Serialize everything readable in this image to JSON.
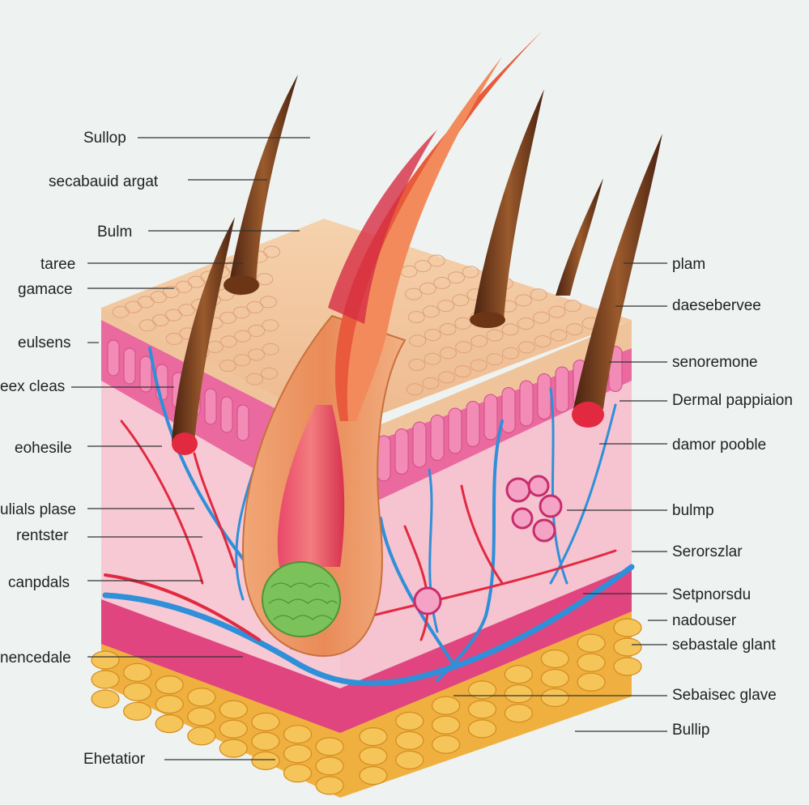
{
  "labels_left": [
    "Sullop",
    "secabauid argat",
    "Bulm",
    "taree",
    "gamace",
    "eulsens",
    "eex cleas",
    "eohesile",
    "ulials plase",
    "rentster",
    "canpdals",
    "nencedale",
    "Ehetatior"
  ],
  "labels_right": [
    "plam",
    "daesebervee",
    "senoremone",
    "Dermal pappiaion",
    "damor pooble",
    "bulmp",
    "Serorszlar",
    "Setpnorsdu",
    "nadouser",
    "sebastale glant",
    "Sebaisec glave",
    "Bullip"
  ],
  "colors": {
    "background": "#eef3f1",
    "epidermis_top": "#f3c9a0",
    "epidermis_pink": "#ea6aa0",
    "dermis": "#f7c4d2",
    "fat": "#f0b23e",
    "follicle": "#e8955a",
    "papilla": "#7cc25b",
    "artery": "#e2293f",
    "vein": "#2f8fd8",
    "hair": "#7a3f1c"
  }
}
